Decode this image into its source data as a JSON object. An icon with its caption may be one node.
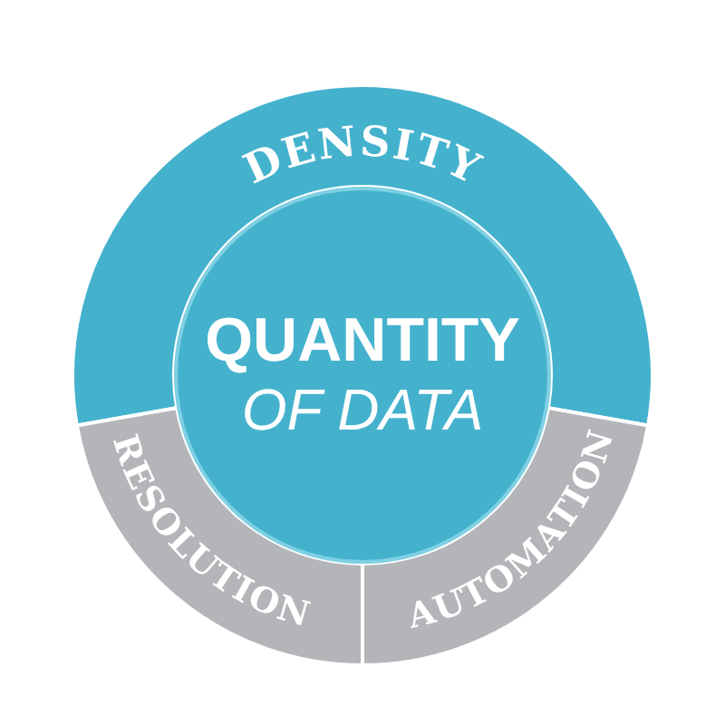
{
  "diagram": {
    "nodes": [
      {
        "text": [
          "DENSITY"
        ]
      },
      {
        "text": [
          "RESOLUTION"
        ]
      },
      {
        "text": [
          "AUTOMATION"
        ]
      },
      {
        "text": [
          "QUANTITY",
          "OF DATA"
        ]
      }
    ]
  }
}
